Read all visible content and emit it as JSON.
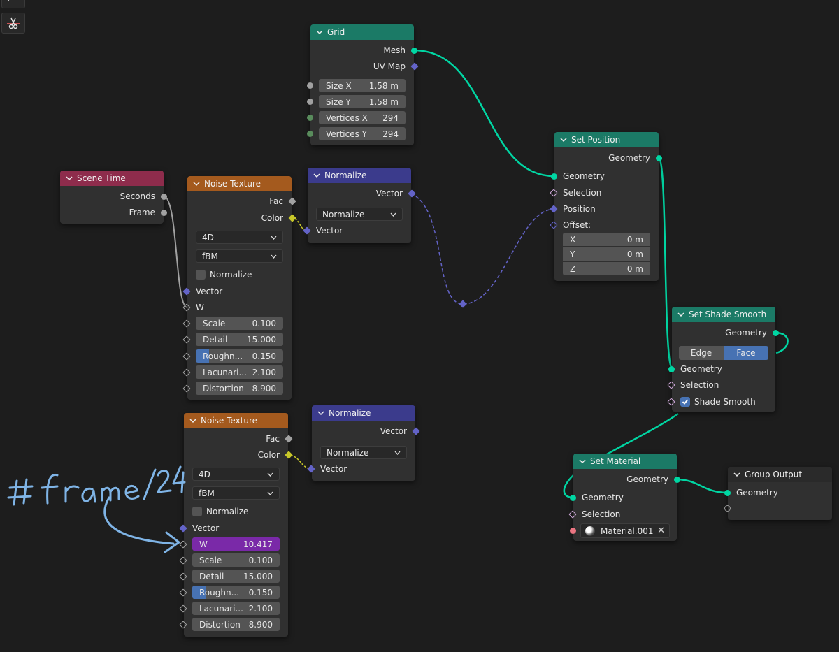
{
  "toolbar": {
    "top_tool_icon": "curve-icon",
    "cut_tool_icon": "cut-links-icon"
  },
  "colors": {
    "geometry_wire": "#00d6a3",
    "vector_wire": "#6363c7",
    "float_wire": "#a1a1a1",
    "color_wire": "#c7c729",
    "annotation": "#7fb4e6"
  },
  "grid_node": {
    "title": "Grid",
    "outputs": [
      "Mesh",
      "UV Map"
    ],
    "fields": [
      {
        "label": "Size X",
        "value": "1.58 m"
      },
      {
        "label": "Size Y",
        "value": "1.58 m"
      },
      {
        "label": "Vertices X",
        "value": "294"
      },
      {
        "label": "Vertices Y",
        "value": "294"
      }
    ]
  },
  "scene_time_node": {
    "title": "Scene Time",
    "outputs": [
      "Seconds",
      "Frame"
    ]
  },
  "noise1": {
    "title": "Noise Texture",
    "outputs": [
      "Fac",
      "Color"
    ],
    "dimension": "4D",
    "noise_type": "fBM",
    "normalize_label": "Normalize",
    "inputs": [
      "Vector",
      "W"
    ],
    "fields": [
      {
        "label": "Scale",
        "value": "0.100"
      },
      {
        "label": "Detail",
        "value": "15.000"
      },
      {
        "label": "Roughn...",
        "value": "0.150",
        "fill": 0.15
      },
      {
        "label": "Lacunari...",
        "value": "2.100"
      },
      {
        "label": "Distortion",
        "value": "8.900"
      }
    ]
  },
  "normalize1": {
    "title": "Normalize",
    "output": "Vector",
    "mode": "Normalize",
    "input": "Vector"
  },
  "noise2": {
    "title": "Noise Texture",
    "outputs": [
      "Fac",
      "Color"
    ],
    "dimension": "4D",
    "noise_type": "fBM",
    "normalize_label": "Normalize",
    "input_vector": "Vector",
    "w_field": {
      "label": "W",
      "value": "10.417"
    },
    "fields": [
      {
        "label": "Scale",
        "value": "0.100"
      },
      {
        "label": "Detail",
        "value": "15.000"
      },
      {
        "label": "Roughn...",
        "value": "0.150",
        "fill": 0.15
      },
      {
        "label": "Lacunari...",
        "value": "2.100"
      },
      {
        "label": "Distortion",
        "value": "8.900"
      }
    ]
  },
  "normalize2": {
    "title": "Normalize",
    "output": "Vector",
    "mode": "Normalize",
    "input": "Vector"
  },
  "set_position": {
    "title": "Set Position",
    "output": "Geometry",
    "inputs": [
      "Geometry",
      "Selection",
      "Position",
      "Offset:"
    ],
    "offset": [
      {
        "label": "X",
        "value": "0 m"
      },
      {
        "label": "Y",
        "value": "0 m"
      },
      {
        "label": "Z",
        "value": "0 m"
      }
    ]
  },
  "set_shade_smooth": {
    "title": "Set Shade Smooth",
    "output": "Geometry",
    "domain_options": [
      "Edge",
      "Face"
    ],
    "domain_selected": "Face",
    "inputs": [
      "Geometry",
      "Selection"
    ],
    "shade_smooth_label": "Shade Smooth",
    "shade_smooth_checked": true
  },
  "set_material": {
    "title": "Set Material",
    "output": "Geometry",
    "inputs": [
      "Geometry",
      "Selection"
    ],
    "material": "Material.001"
  },
  "group_output": {
    "title": "Group Output",
    "input": "Geometry"
  },
  "annotation": {
    "text": "#frame/24"
  }
}
